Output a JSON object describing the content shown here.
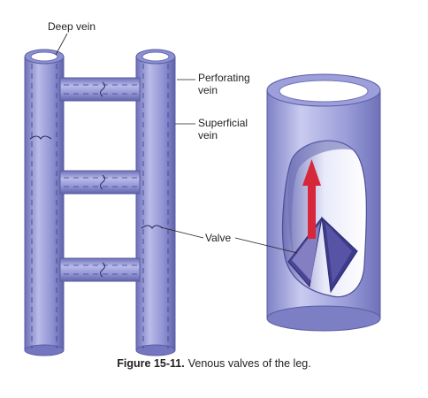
{
  "labels": {
    "deep_vein": "Deep vein",
    "perforating_vein_1": "Perforating",
    "perforating_vein_2": "vein",
    "superficial_vein_1": "Superficial",
    "superficial_vein_2": "vein",
    "valve": "Valve"
  },
  "caption": {
    "number": "Figure 15-11.",
    "text": "Venous valves of the leg."
  },
  "colors": {
    "vein_fill": "#8f92d2",
    "vein_dark": "#5f62a8",
    "vein_light": "#c4c6ee",
    "valve": "#3e3a8c",
    "arrow": "#d6273b"
  }
}
